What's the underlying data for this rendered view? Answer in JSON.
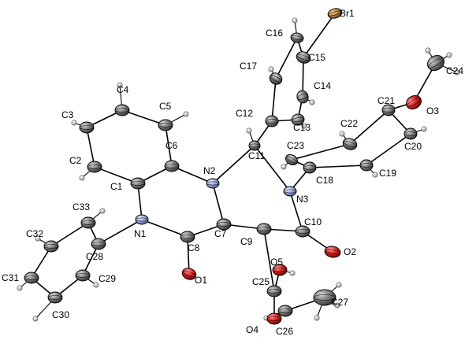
{
  "figure": {
    "atom_labels": {
      "Br1": "Br1",
      "C1": "C1",
      "C2": "C2",
      "C3": "C3",
      "C4": "C4",
      "C5": "C5",
      "C6": "C6",
      "C7": "C7",
      "C8": "C8",
      "C9": "C9",
      "C10": "C10",
      "C11": "C11",
      "C12": "C12",
      "C13": "C13",
      "C14": "C14",
      "C15": "C15",
      "C16": "C16",
      "C17": "C17",
      "C18": "C18",
      "C19": "C19",
      "C20": "C20",
      "C21": "C21",
      "C22": "C22",
      "C23": "C23",
      "C24": "C24",
      "C25": "C25",
      "C26": "C26",
      "C27": "C27",
      "C28": "C28",
      "C29": "C29",
      "C30": "C30",
      "C31": "C31",
      "C32": "C32",
      "C33": "C33",
      "N1": "N1",
      "N2": "N2",
      "N3": "N3",
      "O1": "O1",
      "O2": "O2",
      "O3": "O3",
      "O4": "O4",
      "O5": "O5"
    },
    "colors": {
      "carbon": "#6e6e6e",
      "nitrogen": "#9aa8dc",
      "oxygen": "#d42020",
      "bromine": "#b88640",
      "hydrogen": "#c8c8c8",
      "bond": "#000000"
    }
  }
}
